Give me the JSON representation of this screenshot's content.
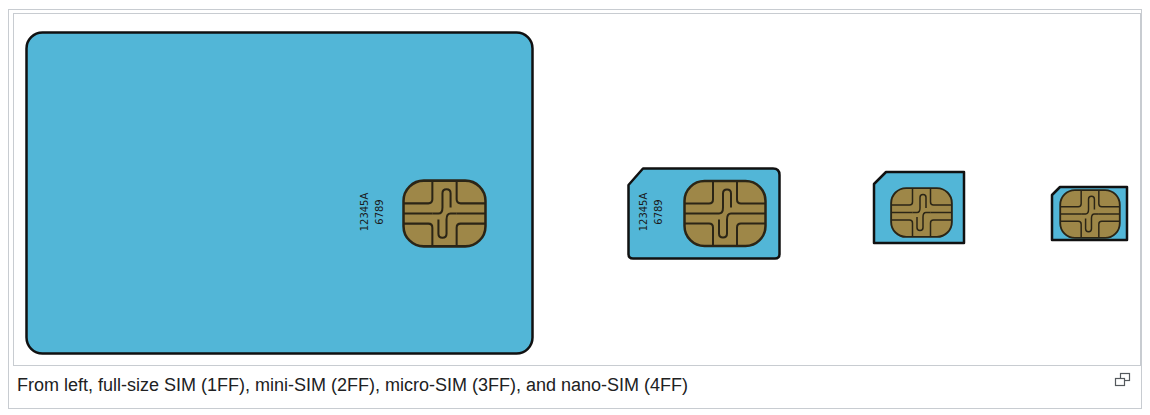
{
  "diagram": {
    "caption": "From left, full-size SIM (1FF), mini-SIM (2FF), micro-SIM (3FF), and nano-SIM (4FF)",
    "nodes": [
      {
        "text": [
          "12345A",
          "6789"
        ]
      },
      {
        "text": [
          "12345A",
          "6789"
        ]
      }
    ]
  }
}
